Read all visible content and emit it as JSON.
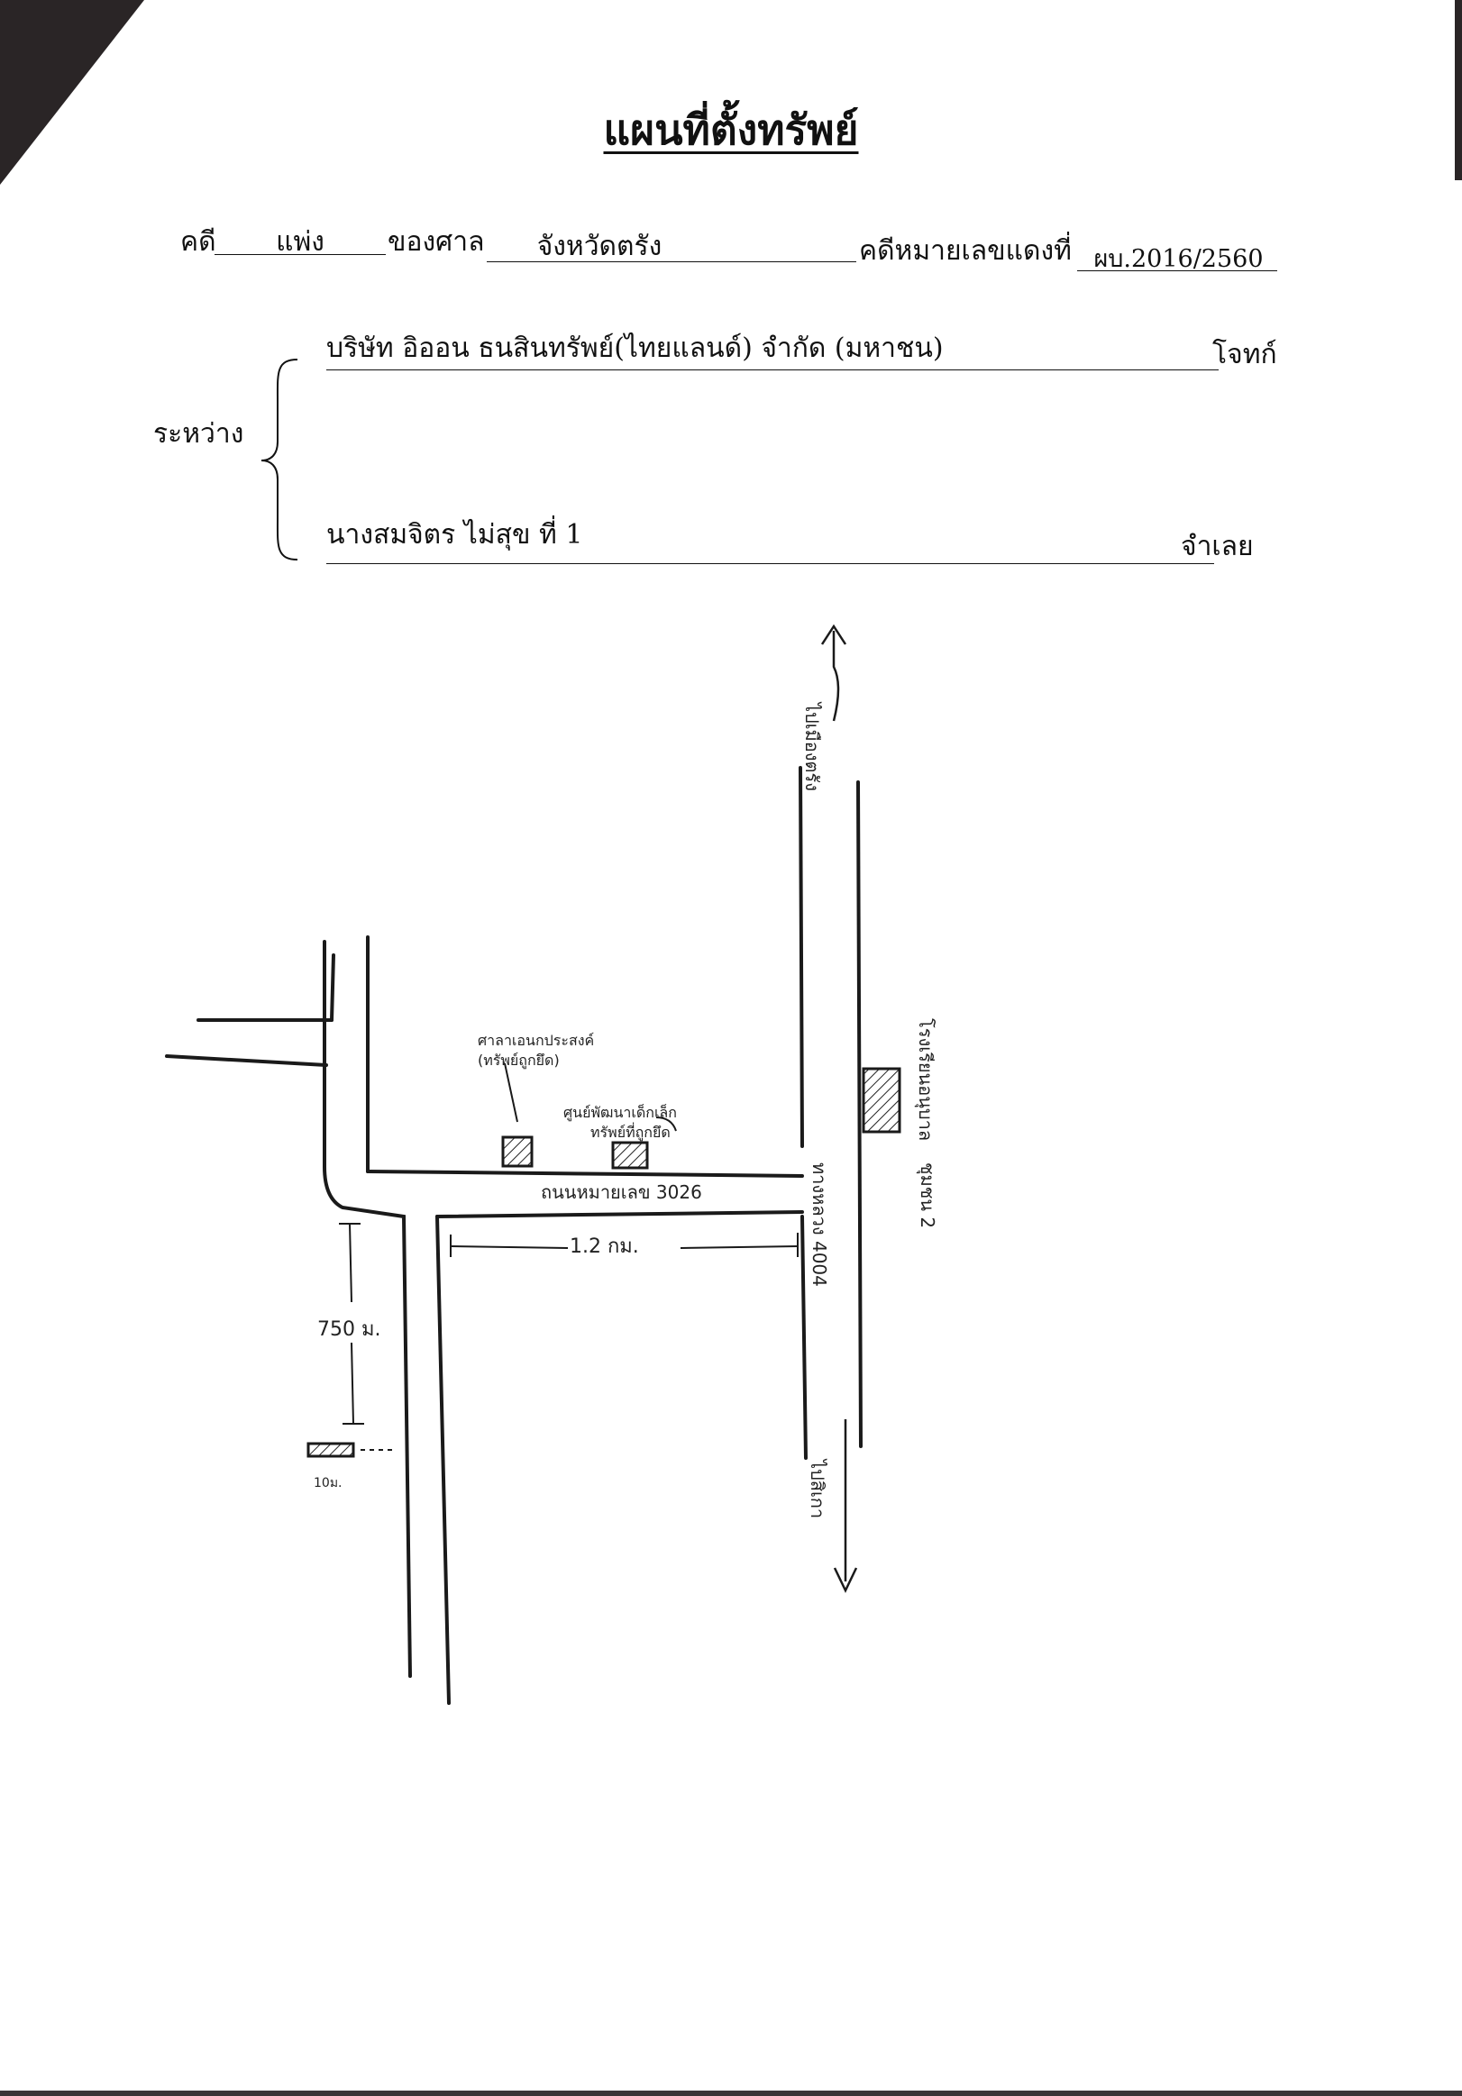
{
  "title": "แผนที่ตั้งทรัพย์",
  "header": {
    "case_label": "คดี",
    "case_type": "แพ่ง",
    "court_label": "ของศาล",
    "court": "จังหวัดตรัง",
    "red_number_label": "คดีหมายเลขแดงที่",
    "red_number": "ผบ.2016/2560"
  },
  "parties": {
    "between_label": "ระหว่าง",
    "plaintiff": "บริษัท อิออน ธนสินทรัพย์(ไทยแลนด์) จำกัด (มหาชน)",
    "plaintiff_role": "โจทก์",
    "defendant": "นางสมจิตร  ไม่สุข    ที่ 1",
    "defendant_role": "จำเลย"
  },
  "map": {
    "distance_horizontal": "1.2 กม.",
    "distance_vertical": "750 ม.",
    "road_3026": "ถนนหมายเลข 3026",
    "highway_4004": "ทางหลวง 4004",
    "label_north_road": "ไปเมืองตรัง",
    "label_south_road": "ไปสิเกา",
    "landmark_left": "ศาลาเอนกประสงค์",
    "landmark_left_sub": "(ทรัพย์ถูกยึด)",
    "landmark_right": "ศูนย์พัฒนาเด็กเล็ก",
    "landmark_right_sub": "ทรัพย์ที่ถูกยึด",
    "landmark_east": "โรงเรียนอนุบาล",
    "landmark_east_sub": "ชุมชน 2",
    "marker_bottom": "10ม.",
    "hatch_color": "#222222",
    "ink_color": "#1a1a1a"
  }
}
